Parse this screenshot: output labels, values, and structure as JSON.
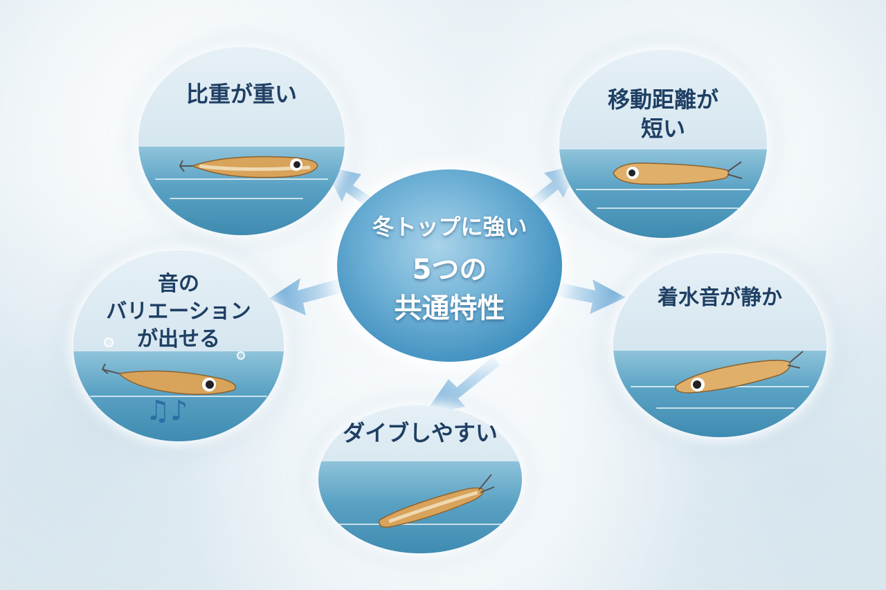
{
  "center": {
    "line1": "冬トップに強い",
    "line2": "5つの",
    "line3": "共通特性"
  },
  "features": {
    "heavy": "比重が重い",
    "short_move_1": "移動距離が",
    "short_move_2": "短い",
    "sound_1": "音の",
    "sound_2": "バリエーション",
    "sound_3": "が出せる",
    "quiet": "着水音が静か",
    "dive": "ダイブしやすい"
  },
  "icons": {
    "notes": "music-notes-icon"
  },
  "colors": {
    "label_text": "#1f3f63",
    "arrow": "#6aa9d6",
    "water": "#5aa2c4",
    "lure_body": "#d8a35a"
  }
}
